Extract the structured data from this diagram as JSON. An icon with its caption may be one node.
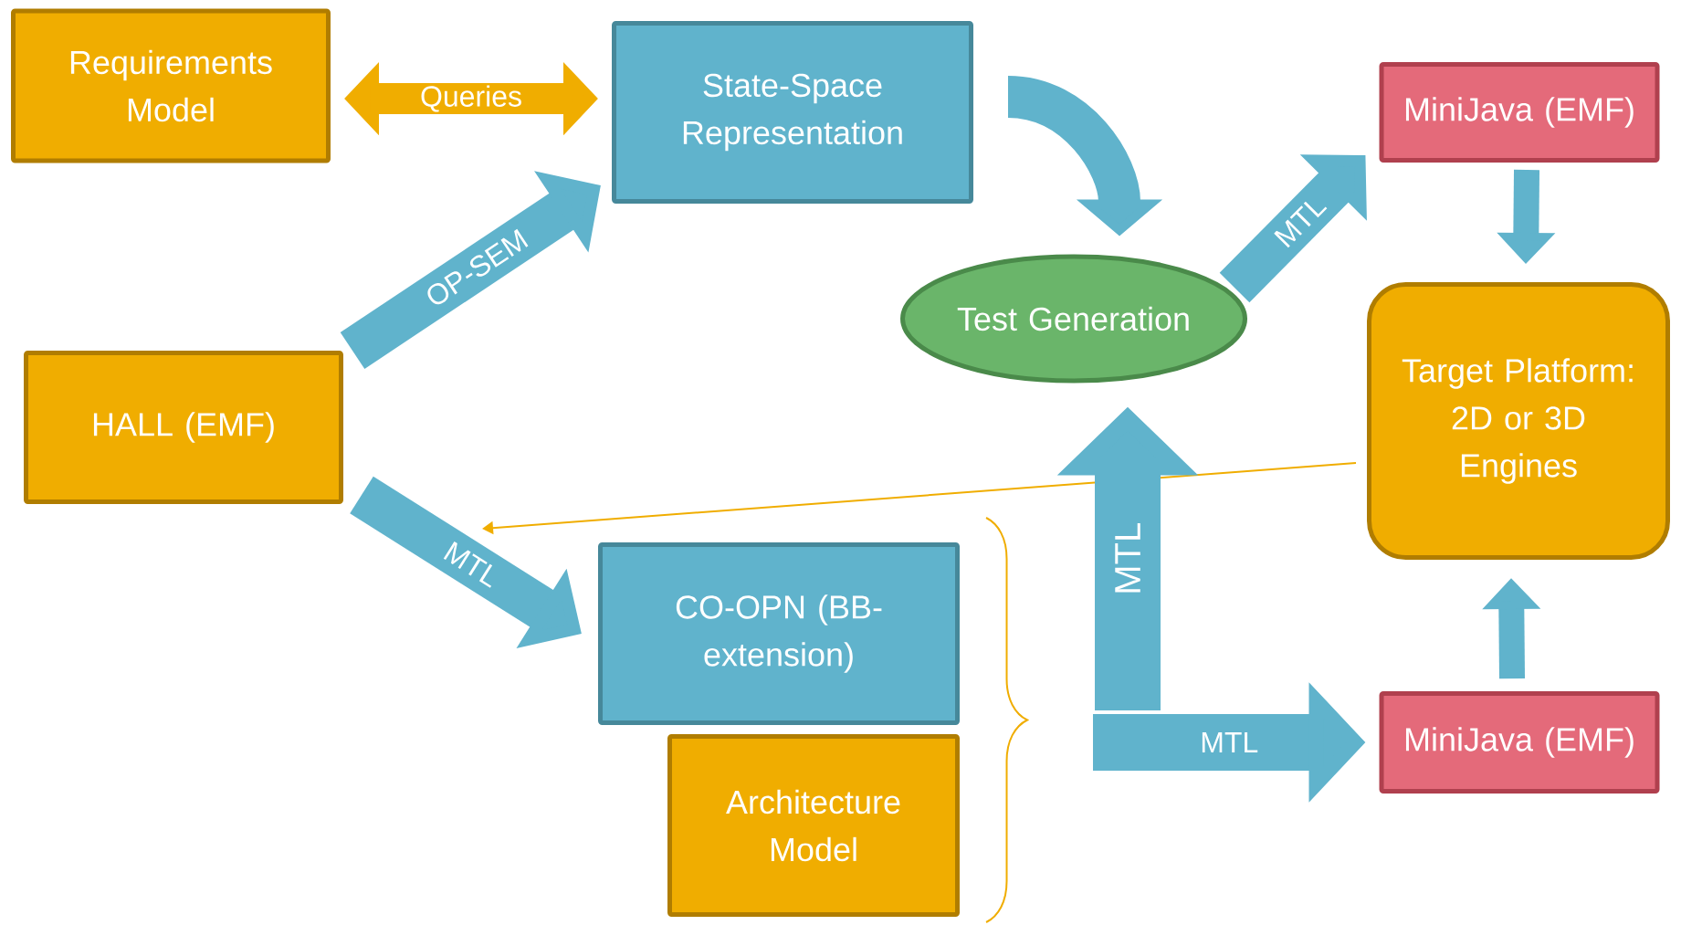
{
  "diagram": {
    "nodes": [
      {
        "text": [
          "Requirements Model"
        ]
      },
      {
        "text": [
          "State-Space Representation"
        ]
      },
      {
        "text": [
          "MiniJava (EMF)"
        ]
      },
      {
        "text": [
          "HALL (EMF)"
        ]
      },
      {
        "text": [
          "Test Generation"
        ]
      },
      {
        "text": [
          "Target Platform: 2D or 3D Engines"
        ]
      },
      {
        "text": [
          "CO-OPN (BB-extension)"
        ]
      },
      {
        "text": [
          "Architecture Model"
        ]
      },
      {
        "text": [
          "MiniJava (EMF)"
        ]
      }
    ],
    "edges": [
      {
        "from": 0,
        "to": 1,
        "arrow": "both",
        "label": "Queries",
        "color": "#f0ad00"
      },
      {
        "from": 3,
        "to": 1,
        "arrow": "to",
        "label": "OP-SEM"
      },
      {
        "from": 1,
        "to": 4,
        "arrow": "to"
      },
      {
        "from": 4,
        "to": 2,
        "arrow": "to",
        "label": "MTL"
      },
      {
        "from": 2,
        "to": 5,
        "arrow": "to"
      },
      {
        "from": 5,
        "to": null,
        "arrow": "to",
        "color": "#f0ad00"
      },
      {
        "from": 3,
        "to": 6,
        "arrow": "to",
        "label": "MTL"
      },
      {
        "from": null,
        "to": 4,
        "arrow": "to",
        "label": "MTL"
      },
      {
        "from": null,
        "to": 8,
        "arrow": "to",
        "label": "MTL"
      },
      {
        "from": 8,
        "to": 5,
        "arrow": "to"
      }
    ]
  }
}
